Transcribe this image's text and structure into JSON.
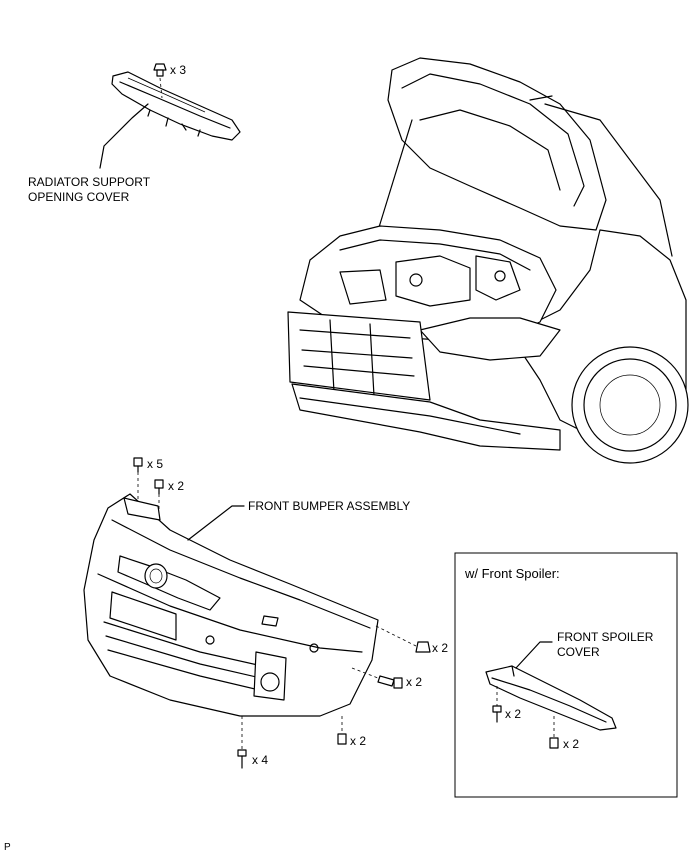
{
  "labels": {
    "radiator_cover_line1": "RADIATOR SUPPORT",
    "radiator_cover_line2": "OPENING COVER",
    "front_bumper": "FRONT BUMPER ASSEMBLY",
    "inset_title": "w/ Front Spoiler:",
    "front_spoiler_line1": "FRONT SPOILER",
    "front_spoiler_line2": "COVER",
    "corner_mark": "P"
  },
  "quantities": {
    "radiator_clips": "x 3",
    "bumper_top_a": "x 5",
    "bumper_top_b": "x 2",
    "bumper_right_upper": "x 2",
    "bumper_right_lower": "x 2",
    "bumper_bottom_right": "x 2",
    "bumper_bottom_left": "x 4",
    "spoiler_left": "x 2",
    "spoiler_right": "x 2"
  }
}
